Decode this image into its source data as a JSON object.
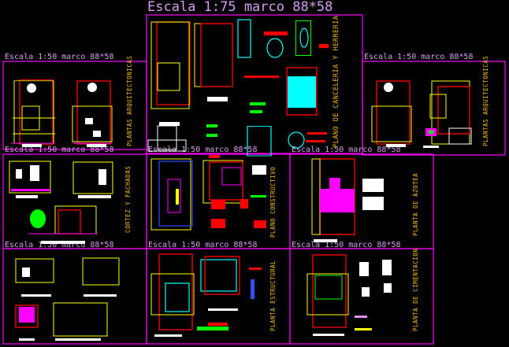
{
  "title": "Escala 1:75 marco 88*58",
  "sheets": [
    {
      "scale_label": "Escala 1:50 marco 88*58",
      "sheet_title": "PLANTAS ARQUITECTONICAS"
    },
    {
      "scale_label": "Escala 1:50 marco 88*58",
      "sheet_title": "PLANTAS ARQUITECTONICAS"
    },
    {
      "scale_label": "",
      "sheet_title": "PLANO DE CANCELERIA Y HERRERIA"
    },
    {
      "scale_label": "Escala 1:50 marco 88*58",
      "sheet_title": "CORTEZ Y FACHADAS"
    },
    {
      "scale_label": "Escala 1:50 marco 88*58",
      "sheet_title": "PLANO CONSTRUCTIVO"
    },
    {
      "scale_label": "Escala 1:50 marco 88*58",
      "sheet_title": "PLANTA DE AZOTEA"
    },
    {
      "scale_label": "Escala 1:50 marco 88*58",
      "sheet_title": "PLANTA ESTRUCTURAL"
    },
    {
      "scale_label": "Escala 1:50 marco 88*58",
      "sheet_title": "PLANTA DE CIMENTACION"
    },
    {
      "scale_label": "Escala 1:50 marco 88*58",
      "sheet_title": ""
    }
  ]
}
